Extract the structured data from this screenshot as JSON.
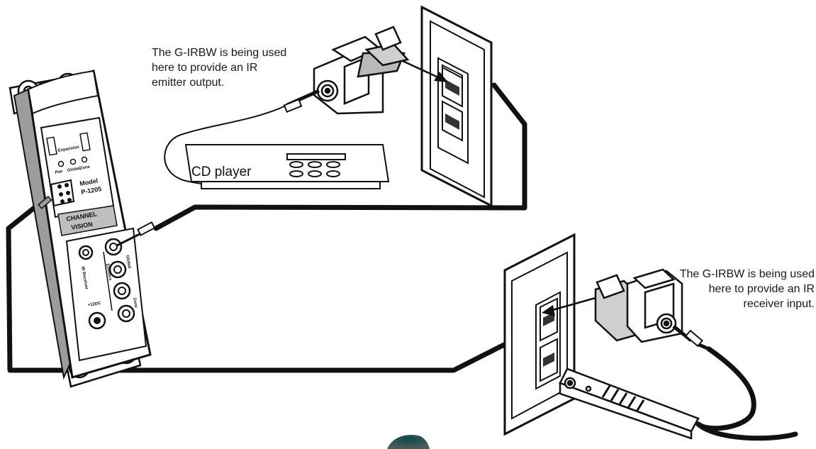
{
  "annotations": {
    "emitter_note": [
      "The G-IRBW is being used",
      "here to provide an IR",
      "emitter output."
    ],
    "receiver_note": [
      "The G-IRBW is being used",
      "here to provide an IR",
      "receiver input."
    ]
  },
  "devices": {
    "cd_player_label": "CD player"
  },
  "hub": {
    "expansion_label": "Expansion",
    "led_labels": [
      "Pwr",
      "Global",
      "Zone"
    ],
    "model_label": "Model",
    "model_number": "P-1205",
    "brand_line1": "CHANNEL",
    "brand_line2": "VISION",
    "ir_receiver_label": "IR Receiver",
    "emitters_label": "Emitters",
    "global_label": "Global",
    "zone_label": "Zone",
    "power_label": "+12DC"
  },
  "colors": {
    "cable": "#111111",
    "device_fill": "#ffffff",
    "shading": "#b9b9b9",
    "brand_panel": "#bfbfbf"
  }
}
